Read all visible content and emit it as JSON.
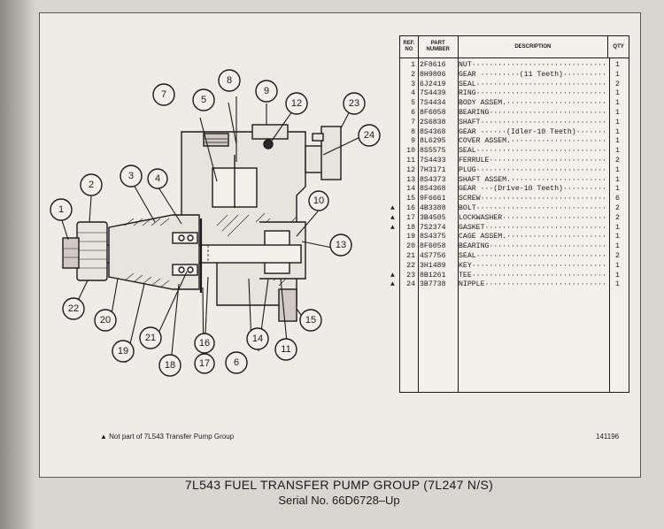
{
  "table": {
    "headers": {
      "ref": "REF. NO",
      "part": "PART NUMBER",
      "desc": "DESCRIPTION",
      "qty": "QTY"
    },
    "rows": [
      {
        "marker": "",
        "ref": "1",
        "part": "2F8616",
        "desc": "NUT",
        "qty": "1"
      },
      {
        "marker": "",
        "ref": "2",
        "part": "8H9806",
        "desc": "GEAR ·········(11 Teeth)",
        "qty": "1"
      },
      {
        "marker": "",
        "ref": "3",
        "part": "6J2419",
        "desc": "SEAL",
        "qty": "2"
      },
      {
        "marker": "",
        "ref": "4",
        "part": "7S4439",
        "desc": "RING",
        "qty": "1"
      },
      {
        "marker": "",
        "ref": "5",
        "part": "7S4434",
        "desc": "BODY ASSEM.",
        "qty": "1"
      },
      {
        "marker": "",
        "ref": "6",
        "part": "8F6058",
        "desc": "  BEARING",
        "qty": "1"
      },
      {
        "marker": "",
        "ref": "7",
        "part": "2S6838",
        "desc": "  SHAFT",
        "qty": "1"
      },
      {
        "marker": "",
        "ref": "8",
        "part": "8S4368",
        "desc": "GEAR ······(Idler-10 Teeth)",
        "qty": "1"
      },
      {
        "marker": "",
        "ref": "9",
        "part": "8L6295",
        "desc": "COVER ASSEM.",
        "qty": "1"
      },
      {
        "marker": "",
        "ref": "10",
        "part": "8S5575",
        "desc": "  SEAL",
        "qty": "1"
      },
      {
        "marker": "",
        "ref": "11",
        "part": "7S4433",
        "desc": "  FERRULE",
        "qty": "2"
      },
      {
        "marker": "",
        "ref": "12",
        "part": "7H3171",
        "desc": "PLUG",
        "qty": "1"
      },
      {
        "marker": "",
        "ref": "13",
        "part": "8S4373",
        "desc": "SHAFT ASSEM.",
        "qty": "1"
      },
      {
        "marker": "",
        "ref": "14",
        "part": "8S4368",
        "desc": "  GEAR ···(Drive-10 Teeth)",
        "qty": "1"
      },
      {
        "marker": "",
        "ref": "15",
        "part": "9F6661",
        "desc": "SCREW",
        "qty": "6"
      },
      {
        "marker": "▲",
        "ref": "16",
        "part": "4B3388",
        "desc": "BOLT",
        "qty": "2"
      },
      {
        "marker": "▲",
        "ref": "17",
        "part": "3B4505",
        "desc": "LOCKWASHER",
        "qty": "2"
      },
      {
        "marker": "▲",
        "ref": "18",
        "part": "7S2374",
        "desc": "GASKET",
        "qty": "1"
      },
      {
        "marker": "",
        "ref": "19",
        "part": "8S4375",
        "desc": "CAGE ASSEM.",
        "qty": "1"
      },
      {
        "marker": "",
        "ref": "20",
        "part": "8F6058",
        "desc": "  BEARING",
        "qty": "1"
      },
      {
        "marker": "",
        "ref": "21",
        "part": "4S7756",
        "desc": "  SEAL",
        "qty": "2"
      },
      {
        "marker": "",
        "ref": "22",
        "part": "3H1489",
        "desc": "KEY",
        "qty": "1"
      },
      {
        "marker": "▲",
        "ref": "23",
        "part": "8B1261",
        "desc": "TEE",
        "qty": "1"
      },
      {
        "marker": "▲",
        "ref": "24",
        "part": "3B7738",
        "desc": "NIPPLE",
        "qty": "1"
      }
    ]
  },
  "callouts": [
    "1",
    "2",
    "3",
    "4",
    "5",
    "6",
    "7",
    "8",
    "9",
    "10",
    "11",
    "12",
    "13",
    "14",
    "15",
    "16",
    "17",
    "18",
    "19",
    "20",
    "21",
    "22",
    "23",
    "24"
  ],
  "footnote": "▲ Not part of 7L543 Transfer Pump Group",
  "illustration_code": "141196",
  "caption": {
    "title": "7L543 FUEL TRANSFER PUMP GROUP (7L247 N/S)",
    "serial": "Serial No. 66D6728–Up"
  }
}
